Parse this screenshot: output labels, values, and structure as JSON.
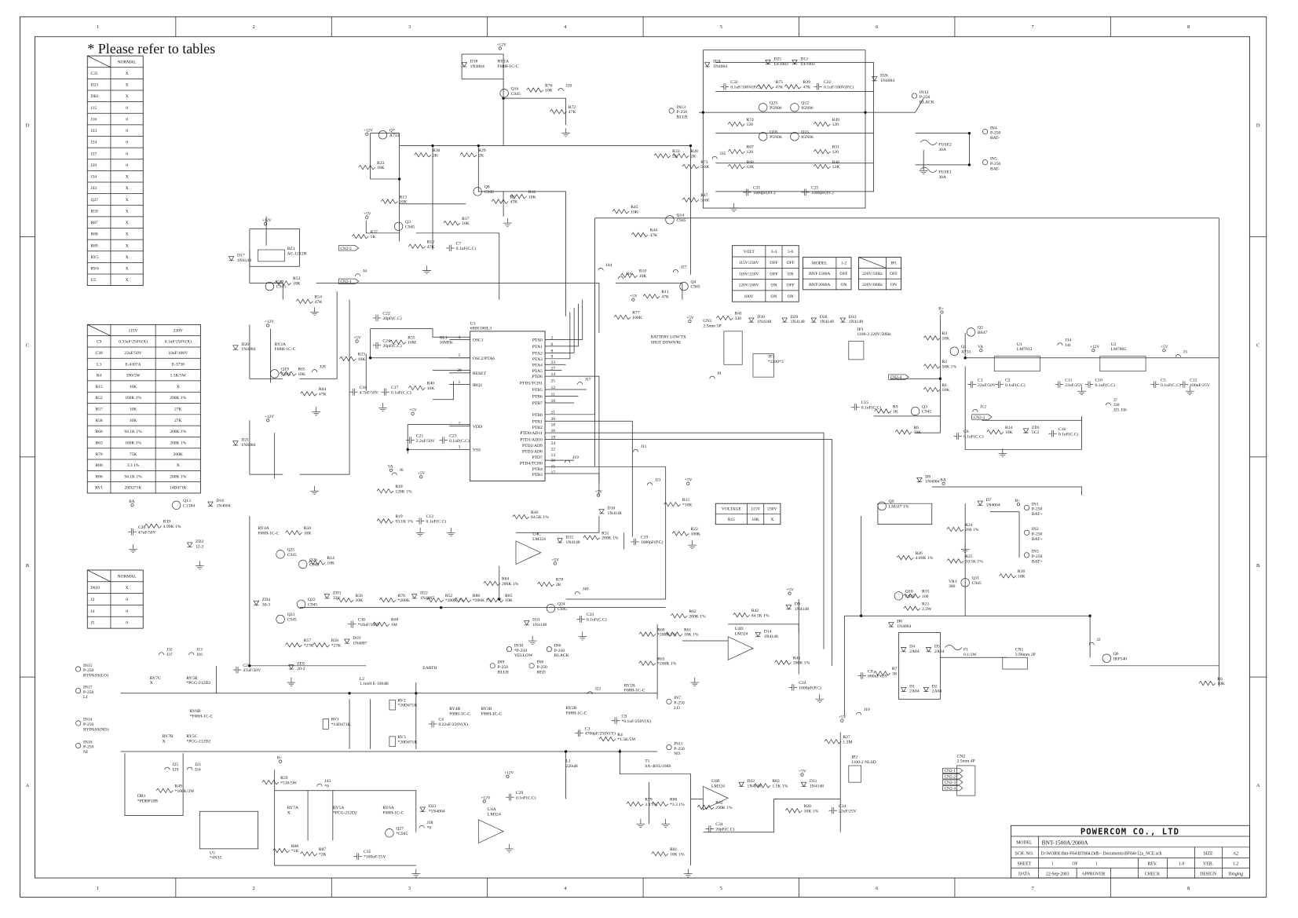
{
  "note": "* Please refer to tables",
  "grid": {
    "cols": [
      "1",
      "2",
      "3",
      "4",
      "5",
      "6",
      "7",
      "8"
    ],
    "rows": [
      "D",
      "C",
      "B",
      "A"
    ]
  },
  "tables": {
    "normal_main": {
      "rows": [
        [
          "",
          "NORMAL"
        ],
        [
          "C35",
          "X"
        ],
        [
          "D23",
          "X"
        ],
        [
          "DB1",
          "X"
        ],
        [
          "J15",
          "0"
        ],
        [
          "J16",
          "0"
        ],
        [
          "J23",
          "0"
        ],
        [
          "J24",
          "0"
        ],
        [
          "J27",
          "0"
        ],
        [
          "J29",
          "0"
        ],
        [
          "J34",
          "X"
        ],
        [
          "J43",
          "X"
        ],
        [
          "Q27",
          "X"
        ],
        [
          "R59",
          "X"
        ],
        [
          "R87",
          "X"
        ],
        [
          "R88",
          "X"
        ],
        [
          "R89",
          "X"
        ],
        [
          "RY5",
          "X"
        ],
        [
          "RY6",
          "X"
        ],
        [
          "U5",
          "X"
        ]
      ]
    },
    "voltage_parts": {
      "rows": [
        [
          "",
          "115V",
          "230V"
        ],
        [
          "C9",
          "0.33uF/250V(X)",
          "0.1uF/250V(X)"
        ],
        [
          "C30",
          "22uF/50V",
          "10uF/100V"
        ],
        [
          "L3",
          "E-4307A",
          "E-3738"
        ],
        [
          "R4",
          "390/5W",
          "1.5K/5W"
        ],
        [
          "R15",
          "10K",
          "X"
        ],
        [
          "R52",
          "100K 1%",
          "200K 1%"
        ],
        [
          "R57",
          "10K",
          "27K"
        ],
        [
          "R58",
          "10K",
          "27K"
        ],
        [
          "R60",
          "94.1K 1%",
          "200K 1%"
        ],
        [
          "R63",
          "100K 1%",
          "200K 1%"
        ],
        [
          "R70",
          "75K",
          "200K"
        ],
        [
          "R80",
          "3.3 1%",
          "X"
        ],
        [
          "R86",
          "94.1K 1%",
          "200K 1%"
        ],
        [
          "RV1",
          "20D271K",
          "14D471K"
        ]
      ]
    },
    "normal_in10": {
      "rows": [
        [
          "",
          "NORMAL"
        ],
        [
          "IN10",
          "X"
        ],
        [
          "J2",
          "0"
        ],
        [
          "J4",
          "0"
        ],
        [
          "J5",
          "0"
        ]
      ]
    },
    "volt_switch": {
      "rows": [
        [
          "VOLT",
          "3-4",
          "5-6"
        ],
        [
          "115V/230V",
          "OFF",
          "OFF"
        ],
        [
          "110V/220V",
          "OFF",
          "ON"
        ],
        [
          "120V/240V",
          "ON",
          "OFF"
        ],
        [
          "100V",
          "ON",
          "ON"
        ]
      ]
    },
    "model": {
      "rows": [
        [
          "MODEL",
          "1-2"
        ],
        [
          "BNT-1500A",
          "OFF"
        ],
        [
          "BNT-2000A",
          "ON"
        ]
      ]
    },
    "jp1": {
      "rows": [
        [
          "",
          "JP1"
        ],
        [
          "220V/50Hz",
          "OFF"
        ],
        [
          "220V/60Hz",
          "ON"
        ]
      ]
    },
    "r15": {
      "rows": [
        [
          "VOLTAGE",
          "115V",
          "230V"
        ],
        [
          "R15",
          "10K",
          "X"
        ]
      ]
    }
  },
  "title_block": {
    "company": "POWERCOM CO., LTD",
    "model_label": "MODEL",
    "model": "BNT-1500A/2000A",
    "sch_no_label": "SCH. NO.",
    "sch_no": "D:\\WORK\\Bnt-F04\\BT804.Ddb - Documents\\BF04v12a_NCE.sch",
    "size_label": "SIZE",
    "size": "A2",
    "sheet_label": "SHEET",
    "sheet": "1",
    "of_label": "OF",
    "sheet_total": "1",
    "rev_label": "REV.",
    "rev": "1.0",
    "ver_label": "VER.",
    "ver": "1.2",
    "data_label": "DATA",
    "date": "22-Sep-2003",
    "approver_label": "APPROVER",
    "check_label": "CHECK",
    "design_label": "DESIGN",
    "designer": "Yiinging"
  },
  "mcu": {
    "ref": "U3",
    "part": "68HC08JL3",
    "left_pins": [
      [
        "4",
        "OSC1"
      ],
      [
        "5",
        "OSC2/PTA6"
      ],
      [
        "28",
        "RESET"
      ],
      [
        "1",
        "IRQ1"
      ],
      [
        "7",
        "VDD"
      ],
      [
        "3",
        "VSS"
      ]
    ],
    "right_pins": [
      [
        "2",
        "PTA0"
      ],
      [
        "6",
        "PTA1"
      ],
      [
        "8",
        "PTA2"
      ],
      [
        "9",
        "PTA3"
      ],
      [
        "23",
        "PTA4"
      ],
      [
        "27",
        "PTA5"
      ],
      [
        "14",
        "PTD6"
      ],
      [
        "25",
        "PTD5/TCH1"
      ],
      [
        "12",
        "PTB5"
      ],
      [
        "11",
        "PTB6"
      ],
      [
        "10",
        "PTB7"
      ],
      [
        "21",
        "PTB0"
      ],
      [
        "20",
        "PTB1"
      ],
      [
        "18",
        "PTB2"
      ],
      [
        "16",
        "PTD0/AD11"
      ],
      [
        "19",
        "PTD1/AD10"
      ],
      [
        "24",
        "PTD2/AD9"
      ],
      [
        "22",
        "PTD3/AD8"
      ],
      [
        "13",
        "PTD7"
      ],
      [
        "26",
        "PTD4/TCH0"
      ],
      [
        "15",
        "PTB4"
      ],
      [
        "17",
        "PTB3"
      ]
    ]
  },
  "components": [
    [
      "D18",
      "1N4004"
    ],
    [
      "RY1A",
      "F08H-1C-C"
    ],
    [
      "Q16",
      "C945"
    ],
    [
      "R76",
      "10K"
    ],
    [
      "J20",
      ""
    ],
    [
      "R72",
      "47K"
    ],
    [
      "Q7",
      "A733"
    ],
    [
      "R30",
      "2K"
    ],
    [
      "R29",
      "2K"
    ],
    [
      "R33",
      "10K"
    ],
    [
      "Q8",
      "C945"
    ],
    [
      "R5",
      "47K"
    ],
    [
      "R16",
      "10K"
    ],
    [
      "R13",
      "10K"
    ],
    [
      "R37",
      "1K"
    ],
    [
      "Q3",
      "C945"
    ],
    [
      "R17",
      "10K"
    ],
    [
      "R12",
      "47K"
    ],
    [
      "C7",
      "0.1uF(C.C)"
    ],
    [
      "BZ1",
      "AC-1212H"
    ],
    [
      "D17",
      "1N4148"
    ],
    [
      "R53",
      "10K"
    ],
    [
      "Q17",
      "C945"
    ],
    [
      "R54",
      "47K"
    ],
    [
      "J4",
      ""
    ],
    [
      "D20",
      "1N4004"
    ],
    [
      "RY2A",
      "F08H-1C-C"
    ],
    [
      "Q19",
      "C945"
    ],
    [
      "R65",
      "10K"
    ],
    [
      "J28",
      ""
    ],
    [
      "R64",
      "47K"
    ],
    [
      "R23",
      "10K"
    ],
    [
      "C18",
      "4.7uF/50V"
    ],
    [
      "C17",
      "0.1uF(C.C)"
    ],
    [
      "R40",
      "10K"
    ],
    [
      "C22",
      "20pF(C.C)"
    ],
    [
      "C24",
      "20pF(C.C)"
    ],
    [
      "R55",
      "10M"
    ],
    [
      "XL1",
      "16MHz"
    ],
    [
      "D21",
      "1N4004"
    ],
    [
      "C21",
      "2.2uF/50V"
    ],
    [
      "C23",
      "0.1uF(C.C)"
    ],
    [
      "J19",
      ""
    ],
    [
      "J11",
      ""
    ],
    [
      "J6",
      ""
    ],
    [
      "R18",
      "120K 1%"
    ],
    [
      "R19",
      "93.1K 1%"
    ],
    [
      "C13",
      "0.1uF(C.C)"
    ],
    [
      "Q13",
      "C1384"
    ],
    [
      "D16",
      "1N4004"
    ],
    [
      "R39",
      "4.99K 1%"
    ],
    [
      "C20",
      "47uF/50V"
    ],
    [
      "ZD2",
      "12-2"
    ],
    [
      "RY4A",
      "F08H-1C-C"
    ],
    [
      "R50",
      "10K"
    ],
    [
      "Q25",
      "C945"
    ],
    [
      "Q26",
      "C945"
    ],
    [
      "R14",
      "10K"
    ],
    [
      "ZD4",
      "30-3"
    ],
    [
      "Q22",
      "C945"
    ],
    [
      "Q23",
      "C945"
    ],
    [
      "ZD3",
      "33V"
    ],
    [
      "R56",
      "10K"
    ],
    [
      "C30",
      "*10uF/100V"
    ],
    [
      "R69",
      "1M"
    ],
    [
      "R70",
      "*200K"
    ],
    [
      "D22",
      "1N4007"
    ],
    [
      "R52",
      "*200K 1%"
    ],
    [
      "R86",
      "*200K 1%"
    ],
    [
      "R85",
      "10K"
    ],
    [
      "Q24",
      "C945"
    ],
    [
      "D31",
      "1N4148"
    ],
    [
      "J40",
      ""
    ],
    [
      "C33",
      "0.1uF(C.C)"
    ],
    [
      "R78",
      "2K"
    ],
    [
      "R84",
      "200K 1%"
    ],
    [
      "U4C",
      "LM324"
    ],
    [
      "R46",
      "84.5K 1%"
    ],
    [
      "D15",
      "1N4148"
    ],
    [
      "R31",
      "200K 1%"
    ],
    [
      "D10",
      "1N4148"
    ],
    [
      "C19",
      "1000pF(P.C)"
    ],
    [
      "J21",
      ""
    ],
    [
      "R15",
      "*10K"
    ],
    [
      "R22",
      "100K"
    ],
    [
      "R57",
      "*27K"
    ],
    [
      "R58",
      "*27K"
    ],
    [
      "D19",
      "1N4007"
    ],
    [
      "ZD5",
      "20-2"
    ],
    [
      "C26",
      "47uF/50V"
    ],
    [
      "J32",
      "J37"
    ],
    [
      "J13",
      "J16"
    ],
    [
      "RY7C",
      "X"
    ],
    [
      "RY5B",
      "*PCG-212D2"
    ],
    [
      "IN15",
      "P-250 BYPASS(LO)"
    ],
    [
      "IN17",
      "P-250 LI"
    ],
    [
      "IN14",
      "P-250 BYPASS(NO)"
    ],
    [
      "IN16",
      "P-250 NI"
    ],
    [
      "RY6B",
      "*F08H-1C-C"
    ],
    [
      "RY7B",
      "X"
    ],
    [
      "RY5C",
      "*PCG-212D2"
    ],
    [
      "J25",
      "J29"
    ],
    [
      "J23",
      "J24"
    ],
    [
      "R49",
      "*100K/2W"
    ],
    [
      "DB1",
      "*PDBP10B"
    ],
    [
      "U5",
      "*4N35"
    ],
    [
      "L2",
      "1.1mH E-1064B"
    ],
    [
      "RV1",
      "*14D471K"
    ],
    [
      "RV2",
      "*20D471K"
    ],
    [
      "RV3",
      "*20D471K"
    ],
    [
      "EARTH",
      ""
    ],
    [
      "C4",
      "0.22uF/250V(X)"
    ],
    [
      "RY4B",
      "F08H-1C-C"
    ],
    [
      "RY3B",
      "F08H-1C-C"
    ],
    [
      "IN9",
      "P-250 BLUE"
    ],
    [
      "IN10",
      "*P-250 YELLOW"
    ],
    [
      "IN8",
      "P-250 RED"
    ],
    [
      "IN6",
      "P-250 BLACK"
    ],
    [
      "RY2B",
      "F08H-1C-C"
    ],
    [
      "J22",
      ""
    ],
    [
      "C9",
      "*0.1uF/250V(X)"
    ],
    [
      "RY1B",
      "F08H-1C-C"
    ],
    [
      "IN7",
      "P-250 LO"
    ],
    [
      "C3",
      "4700pF/250V(Y)"
    ],
    [
      "R4",
      "*1.5K/5W"
    ],
    [
      "IN11",
      "P-250 NO"
    ],
    [
      "L1",
      "220uH"
    ],
    [
      "T1",
      "SA-4035/168S"
    ],
    [
      "R79",
      "3.3 1%"
    ],
    [
      "R80",
      "*3.3 1%"
    ],
    [
      "R81",
      "10K 1%"
    ],
    [
      "U4B",
      "LM324"
    ],
    [
      "D32",
      "1N4148"
    ],
    [
      "R42",
      "290K 1%"
    ],
    [
      "C34",
      "20pF(C.C)"
    ],
    [
      "R83",
      "1.5K 1%"
    ],
    [
      "R20",
      "10K 1%"
    ],
    [
      "D11",
      "1N4148"
    ],
    [
      "C14",
      "22uF/25V"
    ],
    [
      "JP2",
      "1100-2 NLSD"
    ],
    [
      "R27",
      "1.2M"
    ],
    [
      "CN2",
      "2.5mm 4P"
    ],
    [
      "U4A",
      "LM324"
    ],
    [
      "C29",
      "0.1uF(C.C)"
    ],
    [
      "RY7A",
      "X"
    ],
    [
      "R59",
      "*510/5W"
    ],
    [
      "J43",
      "*0"
    ],
    [
      "RY5A",
      "*PCG-212D2"
    ],
    [
      "RY6A",
      "F08H-1C-C"
    ],
    [
      "D23",
      "*1N4004"
    ],
    [
      "J38",
      "*0"
    ],
    [
      "Q27",
      "*C945"
    ],
    [
      "R88",
      "*1K"
    ],
    [
      "R87",
      "*2K"
    ],
    [
      "C35",
      "*100uF/25V"
    ],
    [
      "U4D",
      "LM324"
    ],
    [
      "R62",
      "200K 1%"
    ],
    [
      "R42",
      "84.5K 1%"
    ],
    [
      "D14",
      "1N4148"
    ],
    [
      "D9",
      "1N4148"
    ],
    [
      "R60",
      "*200K 1%"
    ],
    [
      "R61",
      "10K 1%"
    ],
    [
      "R63",
      "*200K 1%"
    ],
    [
      "R43",
      "200K 1%"
    ],
    [
      "C24",
      "1000pF(P.C)"
    ],
    [
      "R3",
      "10K"
    ],
    [
      "Q2",
      "B647"
    ],
    [
      "Q1",
      "A733"
    ],
    [
      "R2",
      "50K 1%"
    ],
    [
      "R1",
      "10K"
    ],
    [
      "Q3",
      "C945"
    ],
    [
      "R9",
      "1K"
    ],
    [
      "C15",
      "0.1uF(C.C)"
    ],
    [
      "R6",
      "10K"
    ],
    [
      "C6",
      "0.1uF(C.C)"
    ],
    [
      "J12",
      ""
    ],
    [
      "R34",
      "10K"
    ],
    [
      "ZD1",
      "5C2"
    ],
    [
      "C16",
      "0.1uF(C.C)"
    ],
    [
      "U1",
      "LM7812"
    ],
    [
      "C1",
      "22uF/50V"
    ],
    [
      "C2",
      "0.1uF(C.C)"
    ],
    [
      "J34",
      "J41"
    ],
    [
      "U2",
      "LM7805"
    ],
    [
      "C11",
      "22uF/25V"
    ],
    [
      "C10",
      "0.1uF(C.C)"
    ],
    [
      "J3",
      ""
    ],
    [
      "C5",
      "0.1uF(C.C)"
    ],
    [
      "C12",
      "100uF/25V"
    ],
    [
      "J7",
      "J30 J25 J36"
    ],
    [
      "D8",
      "1N4004"
    ],
    [
      "D7",
      "1N4004"
    ],
    [
      "Q9",
      "LM317 1%"
    ],
    [
      "R24",
      "260 1%"
    ],
    [
      "R26",
      "4.89K 1%"
    ],
    [
      "R25",
      "10.5K 1%"
    ],
    [
      "VR1",
      "300"
    ],
    [
      "Q11",
      "C945"
    ],
    [
      "R36",
      "10K"
    ],
    [
      "Q10",
      "C945"
    ],
    [
      "R35",
      "100"
    ],
    [
      "R21",
      "2.2W"
    ],
    [
      "D6",
      "1N4004"
    ],
    [
      "D4",
      "2A04"
    ],
    [
      "D5",
      "2A04"
    ],
    [
      "F1",
      "0.1/1W"
    ],
    [
      "CN1",
      "3.96mm 2P"
    ],
    [
      "Q6",
      "IRF540"
    ],
    [
      "J2",
      ""
    ],
    [
      "R7",
      "1K"
    ],
    [
      "C8",
      "680uF/63V"
    ],
    [
      "D1",
      "2A04"
    ],
    [
      "D2",
      "2A04"
    ],
    [
      "J10",
      ""
    ],
    [
      "R6",
      "10K"
    ],
    [
      "JP1",
      "1100-2 220V/50Hz"
    ],
    [
      "JF3",
      "*2200*3"
    ],
    [
      "D30",
      "1N4148"
    ],
    [
      "D29",
      "1N4148"
    ],
    [
      "D28",
      "1N4148"
    ],
    [
      "D13",
      "1N4148"
    ],
    [
      "R41",
      "330"
    ],
    [
      "CN3",
      "2.5mm 5P"
    ],
    [
      "J44",
      ""
    ],
    [
      "J16",
      ""
    ],
    [
      "R10",
      "10K"
    ],
    [
      "Q4",
      "C945"
    ],
    [
      "R77",
      "100K"
    ],
    [
      "R11",
      "47K"
    ],
    [
      "J27",
      ""
    ],
    [
      "J9",
      ""
    ],
    [
      "J17",
      ""
    ],
    [
      "R45",
      "10K"
    ],
    [
      "R44",
      "47K"
    ],
    [
      "Q14",
      "C945"
    ],
    [
      "R73",
      "5.6K"
    ],
    [
      "R47",
      "5.6K"
    ],
    [
      "R32",
      "2K"
    ],
    [
      "R28",
      "2K"
    ],
    [
      "J35",
      ""
    ],
    [
      "IN13",
      "P-250 BLUE"
    ],
    [
      "IN12",
      "P-250 BLACK"
    ],
    [
      "FUSE2",
      "30A"
    ],
    [
      "FUSE1",
      "30A"
    ],
    [
      "IN4",
      "P-250 BAT-"
    ],
    [
      "IN5",
      "P-250 BAT-"
    ],
    [
      "IN1",
      "P-250 BAT+"
    ],
    [
      "IN2",
      "P-250 BAT+"
    ],
    [
      "IN3",
      "P-250 BAT+"
    ],
    [
      "D24",
      "1N4004"
    ],
    [
      "D25",
      "UF1003"
    ],
    [
      "D12",
      "UF1003"
    ],
    [
      "D26",
      "1N4004"
    ],
    [
      "C32",
      "0.1uF/100V(P.C)"
    ],
    [
      "R75",
      "47K"
    ],
    [
      "R39",
      "47K"
    ],
    [
      "C22",
      "0.1uF/100V(P.C)"
    ],
    [
      "Q23",
      "P5N06"
    ],
    [
      "Q12",
      "85N06"
    ],
    [
      "R74",
      "120"
    ],
    [
      "R49",
      "120"
    ],
    [
      "Q18",
      "P5N06"
    ],
    [
      "Q15",
      "85N06"
    ],
    [
      "R67",
      "120"
    ],
    [
      "R51",
      "120"
    ],
    [
      "R68",
      "12K"
    ],
    [
      "R48",
      "12K"
    ],
    [
      "C31",
      "1000pF(P.C)"
    ],
    [
      "C25",
      "1000pF(P.C)"
    ]
  ],
  "net_labels": [
    "+12V",
    "+12V",
    "+12V",
    "+5V",
    "+12V",
    "+5V",
    "+12V",
    "+5V",
    "VA",
    "+5V",
    "BA",
    "+5V",
    "+5V",
    "+5V",
    "+5V",
    "+5V",
    "B+",
    "VA",
    "+12V",
    "+5V",
    "BA",
    "B+",
    "+5V",
    "+5V",
    "+5V",
    "+12V",
    "+12V",
    "B+",
    "BATTERY LOW/TX",
    "SHUT DOWN/RI"
  ],
  "connector_tags": [
    "CN2-2",
    "CN2-1",
    "CN2-4",
    "CN2-3",
    "CN2-1",
    "CN2-2",
    "CN2-3",
    "CN2-4"
  ]
}
